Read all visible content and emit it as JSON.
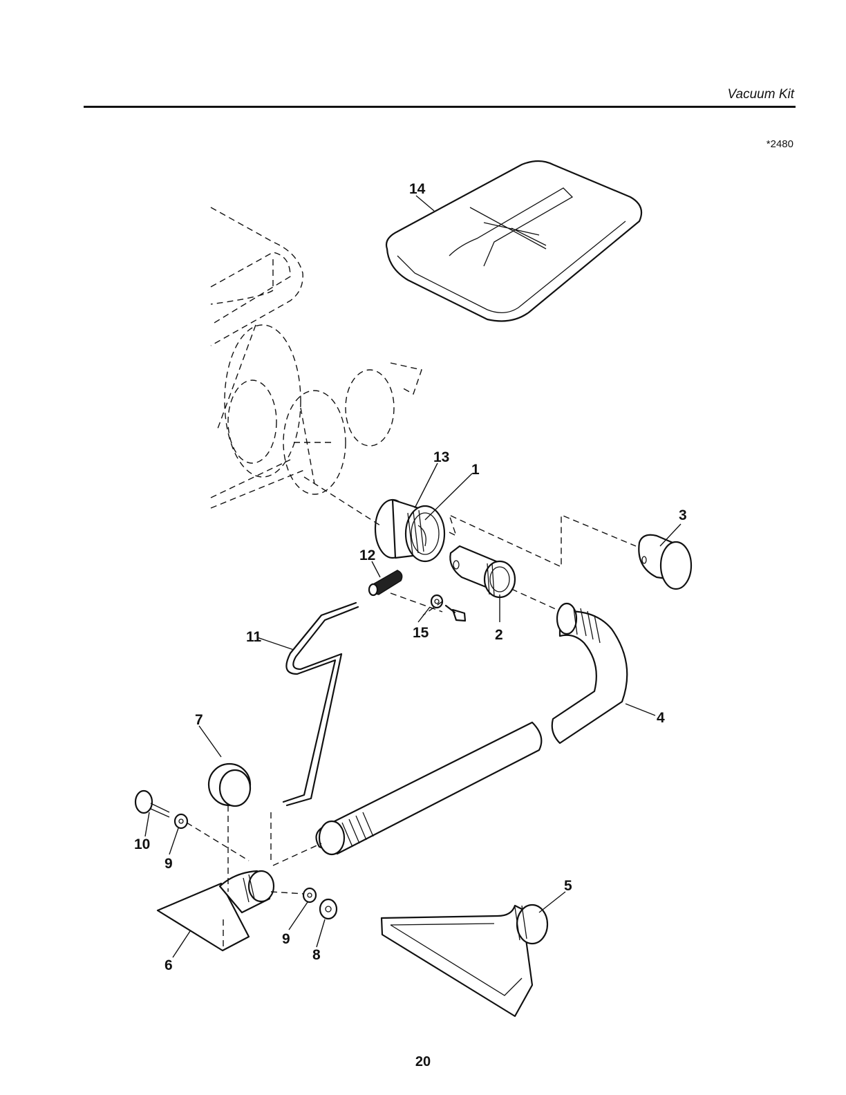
{
  "header": {
    "title": "Vacuum Kit",
    "figure_code": "*2480"
  },
  "page_number": "20",
  "callouts": [
    "1",
    "2",
    "3",
    "4",
    "5",
    "6",
    "7",
    "8",
    "9",
    "9",
    "10",
    "11",
    "12",
    "13",
    "14",
    "15"
  ]
}
